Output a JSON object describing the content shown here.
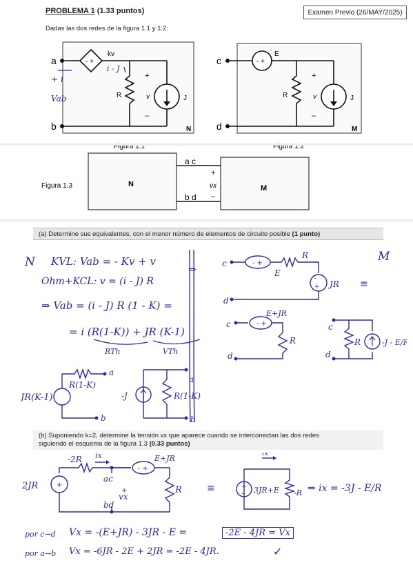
{
  "header": {
    "problem": "PROBLEMA 1",
    "points": "(1.33 puntos)",
    "exam": "Examen Previo (26/MAY/2025)"
  },
  "intro": "Dadas las dos redes de la figura 1.1 y 1.2:",
  "figures": {
    "fig11": {
      "caption": "Figura 1.1",
      "terminal_a": "a",
      "terminal_b": "b",
      "source": "kv",
      "resistor": "R",
      "voltage": "v",
      "current_src": "J",
      "plus": "+",
      "minus": "–",
      "name": "N",
      "hw_current": "i - J",
      "hw_i": "+ i",
      "hw_vab": "Vab"
    },
    "fig12": {
      "caption": "Figura 1.2",
      "terminal_c": "c",
      "terminal_d": "d",
      "source": "E",
      "resistor": "R",
      "voltage": "v",
      "current_src": "J",
      "plus": "+",
      "minus": "–",
      "name": "M"
    },
    "fig13": {
      "caption": "Figura 1.3",
      "box_n": "N",
      "box_m": "M",
      "top_label": "a c",
      "bottom_label": "b d",
      "plus": "+",
      "vx": "vx",
      "minus": "–"
    }
  },
  "question_a": {
    "text": "(a)  Determine sus equivalentes, con el menor número de elementos de circuito posible",
    "points": "(1 punto)"
  },
  "solution_a": {
    "n_label": "N",
    "m_label": "M",
    "line1": "KVL:  Vab = - Kv + v",
    "line2": "Ohm+KCL:  v = (i - J) R",
    "line3": "⇒ Vab = (i - J) R (1 - K) =",
    "line4": "= i (R(1-K)) + JR (K-1)",
    "rth": "RTh",
    "vth": "VTh",
    "arrow": "⇒",
    "n_eq_src": "JR(K-1)",
    "n_eq_res": "R(1-K)",
    "n_eq2_src": "-J",
    "n_eq2_res": "R(1-K)",
    "m_eq1_r": "R",
    "m_eq1_e": "E",
    "m_eq1_src": "JR",
    "eq": "≡",
    "m_eq2_src": "E+JR",
    "m_eq2_r": "R",
    "m_eq3_r": "R",
    "m_eq3_src": "-J - E/R",
    "t_a": "a",
    "t_b": "b",
    "t_c": "c",
    "t_d": "d"
  },
  "question_b": {
    "line1": "(b)  Suponiendo k=2, determine la tensión vx que aparece cuando se interconectan las dos redes",
    "line2": "siguiendo el esquema de la figura 1.3",
    "points": "(0.33 puntos)"
  },
  "solution_b": {
    "src_left": "2JR",
    "res_left": "-2R",
    "ix": "ix",
    "ac": "ac",
    "bd": "bd",
    "vx": "vx",
    "src_mid": "E+JR",
    "res_right": "R",
    "eq": "≡",
    "src_equiv": "3JR+E",
    "res_equiv": "-R",
    "result": "⇒ ix = -3J - E/R",
    "line1_prefix": "por c→d",
    "line1": "Vx = -(E+JR) - 3JR - E =",
    "line1_box": "-2E - 4JR = Vx",
    "line2_prefix": "por a→b",
    "line2": "Vx = -6JR - 2E + 2JR = -2E - 4JR.",
    "check": "✓"
  }
}
